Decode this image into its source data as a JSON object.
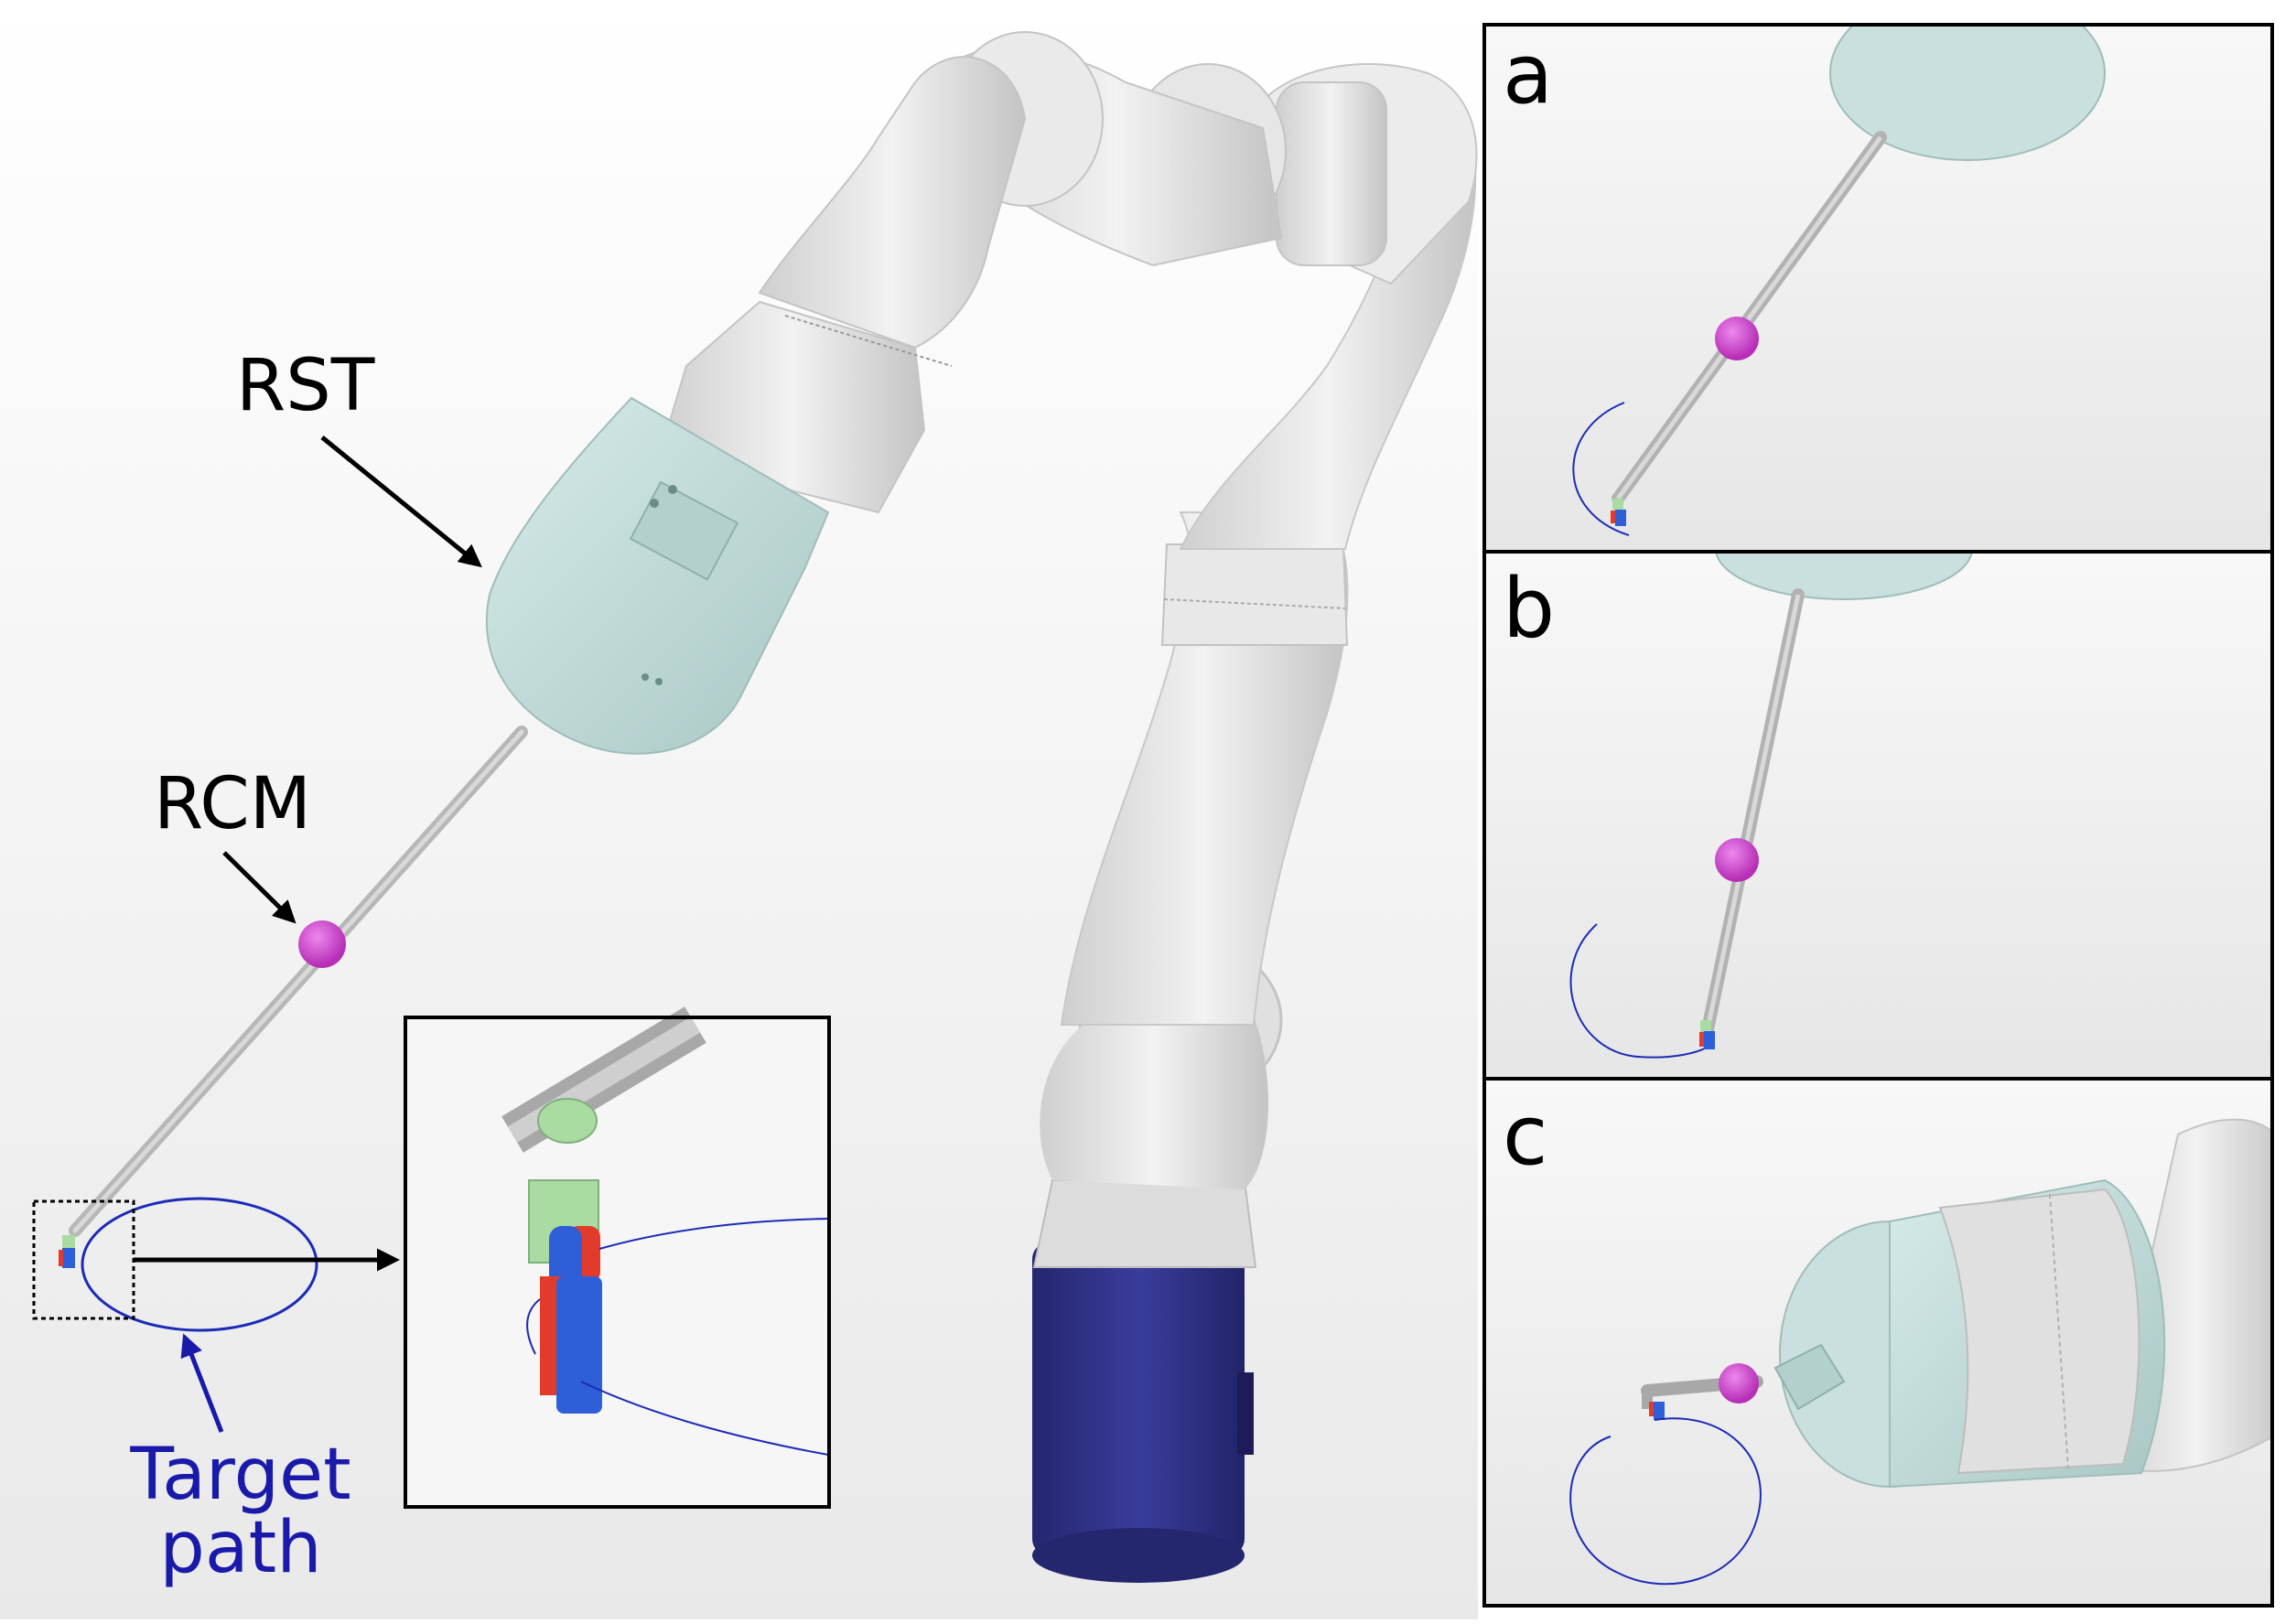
{
  "labels": {
    "rst": "RST",
    "rcm": "RCM",
    "target_line1": "Target",
    "target_line2": "path"
  },
  "panels": [
    {
      "id": "a",
      "letter": "a"
    },
    {
      "id": "b",
      "letter": "b"
    },
    {
      "id": "c",
      "letter": "c"
    }
  ],
  "colors": {
    "robot_body": "#e6e6e6",
    "robot_shadow": "#bdbdbd",
    "robot_base": "#2e2f86",
    "rst_housing": "#c9e0de",
    "rcm_marker": "#cc44cc",
    "path_blue": "#1c2bb5",
    "gripper_green": "#a9dba3",
    "gripper_red": "#e23b2b",
    "gripper_blue": "#2e5fd9",
    "label_blue": "#1a1aaa"
  }
}
